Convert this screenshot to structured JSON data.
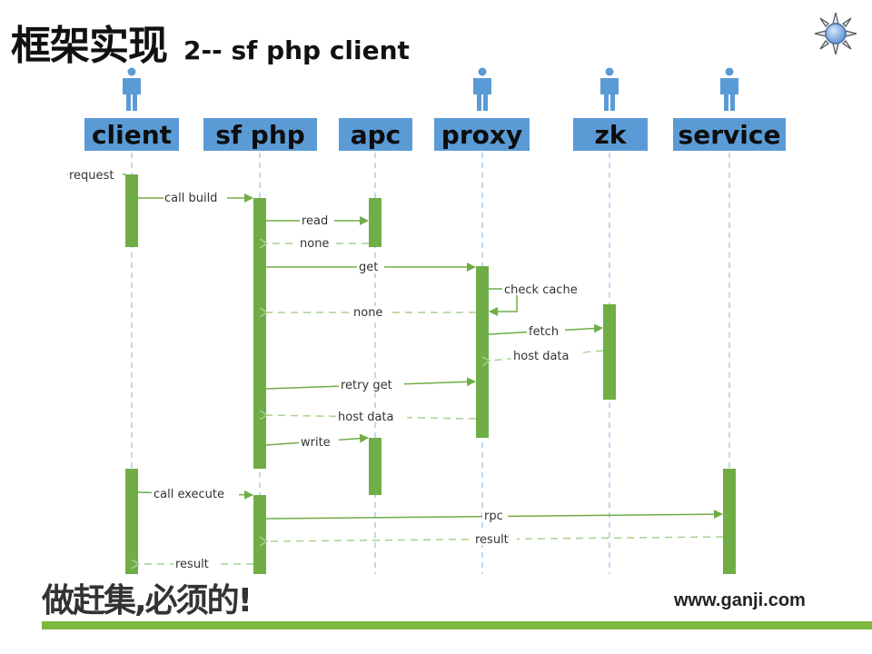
{
  "slide": {
    "title_cn": "框架实现",
    "title_en": "2-- sf php client",
    "logo_icon": "sun-icon",
    "footer_slogan": "做赶集,必须的!",
    "footer_url": "www.ganji.com",
    "colors": {
      "actor_box": "#5b9bd5",
      "activation": "#70ad47",
      "arrow": "#70ad47",
      "return_arrow": "#a9d18e",
      "lifeline": "#9dc3e6",
      "footer_bar": "#7cb83f"
    }
  },
  "actors": [
    {
      "id": "client",
      "label": "client",
      "has_icon": true
    },
    {
      "id": "sfphp",
      "label": "sf php",
      "has_icon": false
    },
    {
      "id": "apc",
      "label": "apc",
      "has_icon": false
    },
    {
      "id": "proxy",
      "label": "proxy",
      "has_icon": true
    },
    {
      "id": "zk",
      "label": "zk",
      "has_icon": true
    },
    {
      "id": "service",
      "label": "service",
      "has_icon": true
    }
  ],
  "messages": [
    {
      "label": "request",
      "from": "external",
      "to": "client",
      "type": "call"
    },
    {
      "label": "call build",
      "from": "client",
      "to": "sfphp",
      "type": "call"
    },
    {
      "label": "read",
      "from": "sfphp",
      "to": "apc",
      "type": "call"
    },
    {
      "label": "none",
      "from": "apc",
      "to": "sfphp",
      "type": "return"
    },
    {
      "label": "get",
      "from": "sfphp",
      "to": "proxy",
      "type": "call"
    },
    {
      "label": "check cache",
      "from": "proxy",
      "to": "proxy",
      "type": "self"
    },
    {
      "label": "none",
      "from": "proxy",
      "to": "sfphp",
      "type": "return"
    },
    {
      "label": "fetch",
      "from": "proxy",
      "to": "zk",
      "type": "call"
    },
    {
      "label": "host data",
      "from": "zk",
      "to": "proxy",
      "type": "return"
    },
    {
      "label": "retry get",
      "from": "sfphp",
      "to": "proxy",
      "type": "call"
    },
    {
      "label": "host data",
      "from": "proxy",
      "to": "sfphp",
      "type": "return"
    },
    {
      "label": "write",
      "from": "sfphp",
      "to": "apc",
      "type": "call"
    },
    {
      "label": "call execute",
      "from": "client",
      "to": "sfphp",
      "type": "call"
    },
    {
      "label": "rpc",
      "from": "sfphp",
      "to": "service",
      "type": "call"
    },
    {
      "label": "result",
      "from": "service",
      "to": "sfphp",
      "type": "return"
    },
    {
      "label": "result",
      "from": "sfphp",
      "to": "client",
      "type": "return"
    }
  ]
}
